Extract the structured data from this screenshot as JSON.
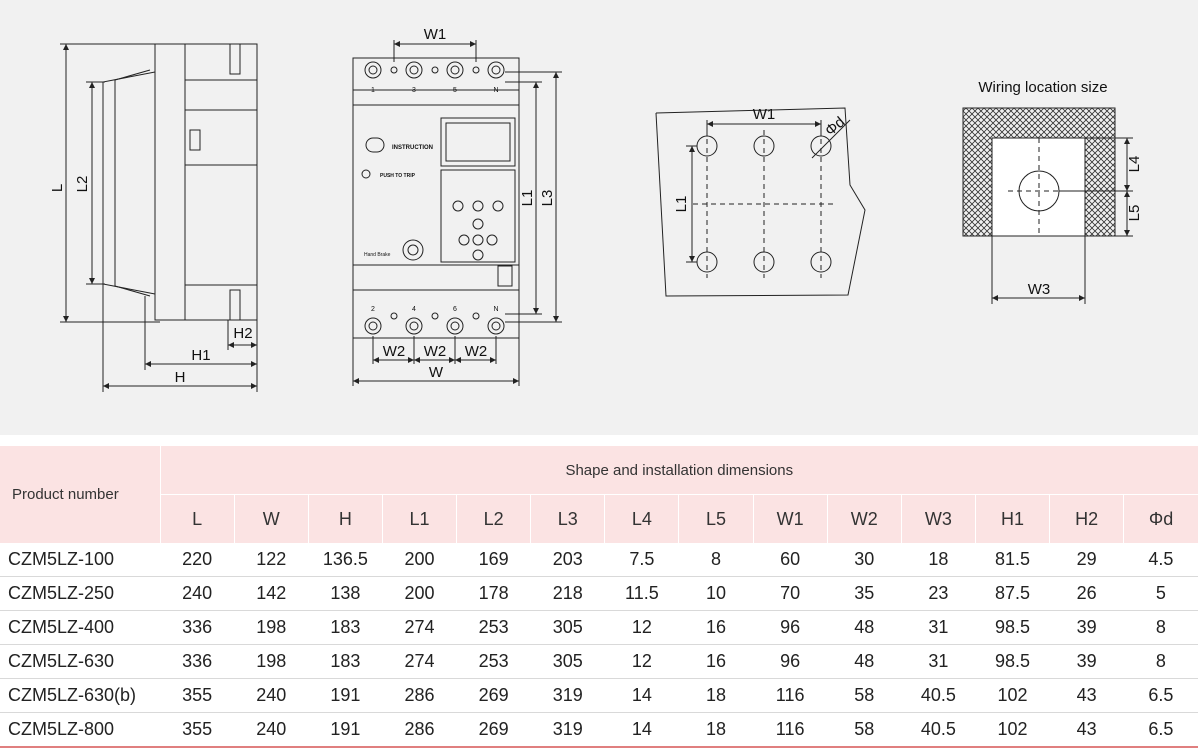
{
  "drawing": {
    "side_view": {
      "dim_L": "L",
      "dim_L2": "L2",
      "dim_H": "H",
      "dim_H1": "H1",
      "dim_H2": "H2"
    },
    "front_view": {
      "dim_W": "W",
      "dim_W1": "W1",
      "dim_W2": "W2",
      "dim_L1": "L1",
      "dim_L3": "L3",
      "top_terminals": [
        "1",
        "3",
        "5",
        "N"
      ],
      "bottom_terminals": [
        "2",
        "4",
        "6",
        "N"
      ],
      "instruction_label": "INSTRUCTION",
      "push_label": "PUSH TO TRIP",
      "hand_label": "Hand Brake"
    },
    "mounting_view": {
      "dim_W1": "W1",
      "dim_L1": "L1",
      "dim_phid": "Φd"
    },
    "wiring_view": {
      "title": "Wiring location size",
      "dim_L4": "L4",
      "dim_L5": "L5",
      "dim_W3": "W3"
    }
  },
  "table": {
    "product_header": "Product number",
    "group_header": "Shape and installation dimensions",
    "columns": [
      "L",
      "W",
      "H",
      "L1",
      "L2",
      "L3",
      "L4",
      "L5",
      "W1",
      "W2",
      "W3",
      "H1",
      "H2",
      "Φd"
    ],
    "rows": [
      {
        "product": "CZM5LZ-100",
        "values": [
          "220",
          "122",
          "136.5",
          "200",
          "169",
          "203",
          "7.5",
          "8",
          "60",
          "30",
          "18",
          "81.5",
          "29",
          "4.5"
        ]
      },
      {
        "product": "CZM5LZ-250",
        "values": [
          "240",
          "142",
          "138",
          "200",
          "178",
          "218",
          "11.5",
          "10",
          "70",
          "35",
          "23",
          "87.5",
          "26",
          "5"
        ]
      },
      {
        "product": "CZM5LZ-400",
        "values": [
          "336",
          "198",
          "183",
          "274",
          "253",
          "305",
          "12",
          "16",
          "96",
          "48",
          "31",
          "98.5",
          "39",
          "8"
        ]
      },
      {
        "product": "CZM5LZ-630",
        "values": [
          "336",
          "198",
          "183",
          "274",
          "253",
          "305",
          "12",
          "16",
          "96",
          "48",
          "31",
          "98.5",
          "39",
          "8"
        ]
      },
      {
        "product": "CZM5LZ-630(b)",
        "values": [
          "355",
          "240",
          "191",
          "286",
          "269",
          "319",
          "14",
          "18",
          "116",
          "58",
          "40.5",
          "102",
          "43",
          "6.5"
        ]
      },
      {
        "product": "CZM5LZ-800",
        "values": [
          "355",
          "240",
          "191",
          "286",
          "269",
          "319",
          "14",
          "18",
          "116",
          "58",
          "40.5",
          "102",
          "43",
          "6.5"
        ]
      }
    ]
  },
  "colors": {
    "header_bg": "#fbe3e3",
    "drawing_bg": "#f1f1f1",
    "bottom_rule": "#e07f7f"
  }
}
